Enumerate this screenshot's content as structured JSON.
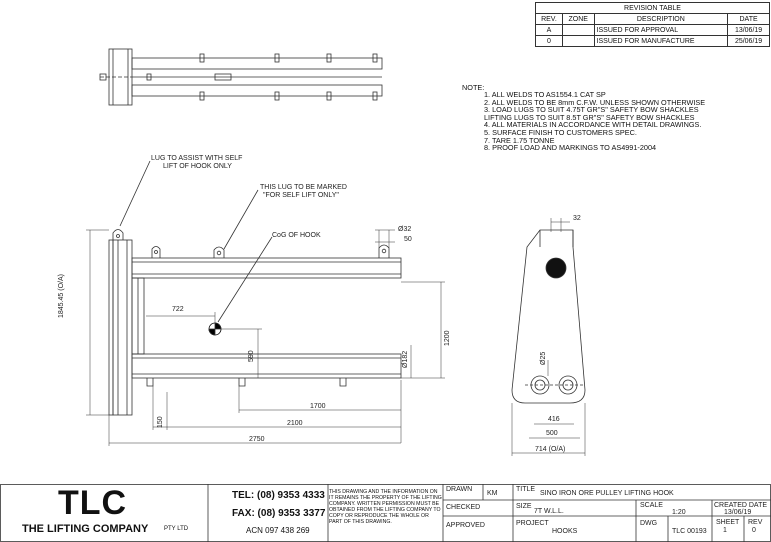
{
  "revision_table": {
    "title": "REVISION TABLE",
    "headers": [
      "REV.",
      "ZONE",
      "DESCRIPTION",
      "DATE"
    ],
    "rows": [
      {
        "rev": "A",
        "zone": "",
        "description": "ISSUED FOR APPROVAL",
        "date": "13/06/19"
      },
      {
        "rev": "0",
        "zone": "",
        "description": "ISSUED FOR MANUFACTURE",
        "date": "25/06/19"
      }
    ]
  },
  "notes": {
    "title": "NOTE:",
    "items": [
      "1. ALL WELDS TO AS1554.1 CAT SP",
      "2. ALL WELDS TO BE 8mm C.F.W. UNLESS SHOWN OTHERWISE",
      "3. LOAD LUGS TO SUIT 4.75T GR\"S\" SAFETY BOW SHACKLES",
      "    LIFTING LUGS TO SUIT 8.5T GR\"S\" SAFETY BOW SHACKLES",
      "4. ALL MATERIALS IN ACCORDANCE WITH DETAIL DRAWINGS.",
      "5. SURFACE FINISH TO CUSTOMERS SPEC.",
      "7. TARE 1.75 TONNE",
      "8. PROOF LOAD AND MARKINGS TO AS4991-2004"
    ]
  },
  "callouts": {
    "lug_self_lift_1": "LUG TO ASSIST WITH SELF",
    "lug_self_lift_2": "LIFT OF HOOK ONLY",
    "lug_marked_1": "THIS LUG TO BE MARKED",
    "lug_marked_2": "\"FOR SELF LIFT ONLY\"",
    "cog": "CoG OF HOOK"
  },
  "dimensions": {
    "overall_height": "1845.45 (O/A)",
    "cog_horizontal": "722",
    "cog_vertical": "590",
    "lug_dia": "Ø32",
    "lug_offset": "50",
    "arm_dia": "Ø182",
    "arm_height": "1200",
    "base_150": "150",
    "span_1700": "1700",
    "span_2100": "2100",
    "span_2750": "2750",
    "side_32": "32",
    "side_dia_25": "Ø25",
    "side_416": "416",
    "side_500": "500",
    "side_714": "714 (O/A)"
  },
  "title_block": {
    "company_logo": "TLC",
    "company_name": "THE LIFTING COMPANY",
    "company_suffix": "PTY LTD",
    "tel": "TEL: (08) 9353 4333",
    "fax": "FAX: (08) 9353 3377",
    "acn": "ACN 097 438 269",
    "disclaimer": "THIS DRAWING AND THE INFORMATION ON IT REMAINS THE PROPERTY OF THE LIFTING COMPANY. WRITTEN PERMISSION MUST BE OBTAINED FROM THE LIFTING COMPANY TO COPY OR REPRODUCE THE WHOLE OR PART OF THIS DRAWING.",
    "drawn_label": "DRAWN",
    "drawn_value": "KM",
    "checked_label": "CHECKED",
    "approved_label": "APPROVED",
    "title_label": "TITLE",
    "title_value": "SINO IRON ORE PULLEY LIFTING HOOK",
    "size_label": "SIZE",
    "size_value": "7T W.L.L.",
    "project_label": "PROJECT",
    "project_value": "HOOKS",
    "scale_label": "SCALE",
    "scale_value": "1:20",
    "dwg_label": "DWG",
    "dwg_value": "TLC 00193",
    "created_label": "CREATED DATE",
    "created_value": "13/06/19",
    "sheet_label": "SHEET",
    "sheet_value": "1",
    "rev_label": "REV",
    "rev_value": "0"
  }
}
